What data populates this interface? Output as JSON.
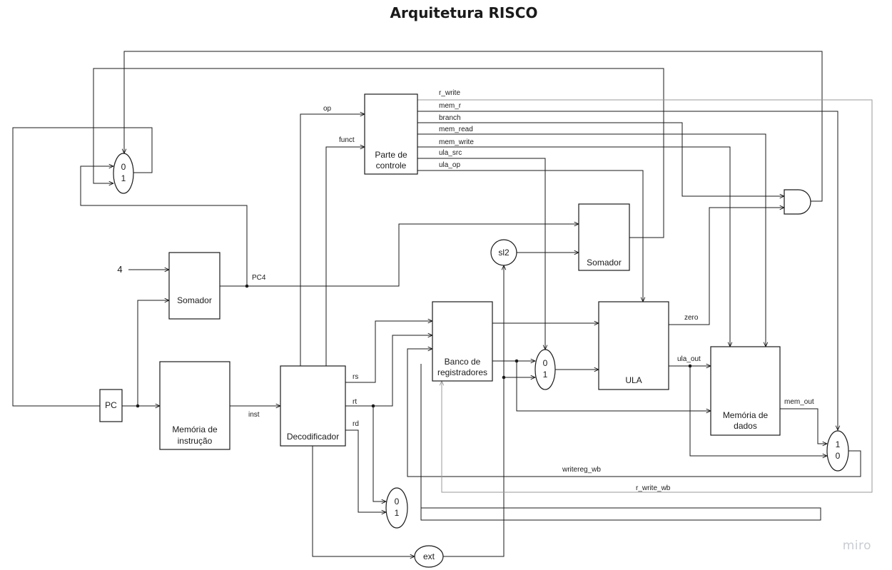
{
  "title": "Arquitetura RISCO",
  "watermark": "miro",
  "blocks": {
    "pc": "PC",
    "instr_mem": [
      "Memória de",
      "instrução"
    ],
    "adder_pc4": "Somador",
    "adder_branch": "Somador",
    "decoder": "Decodificador",
    "control": [
      "Parte de",
      "controle"
    ],
    "regfile": [
      "Banco de",
      "registradores"
    ],
    "alu": "ULA",
    "data_mem": [
      "Memória de",
      "dados"
    ],
    "sl2": "sl2",
    "ext": "ext",
    "const4": "4"
  },
  "muxes": {
    "pc_mux": [
      "0",
      "1"
    ],
    "alu_src_mux": [
      "0",
      "1"
    ],
    "reg_dst_mux": [
      "0",
      "1"
    ],
    "wb_mux": [
      "1",
      "0"
    ]
  },
  "signals": {
    "op": "op",
    "funct": "funct",
    "r_write": "r_write",
    "mem_r": "mem_r",
    "branch": "branch",
    "mem_read": "mem_read",
    "mem_write": "mem_write",
    "ula_src": "ula_src",
    "ula_op": "ula_op",
    "pc4": "PC4",
    "inst": "inst",
    "rs": "rs",
    "rt": "rt",
    "rd": "rd",
    "zero": "zero",
    "ula_out": "ula_out",
    "mem_out": "mem_out",
    "writereg_wb": "writereg_wb",
    "r_write_wb": "r_write_wb"
  }
}
